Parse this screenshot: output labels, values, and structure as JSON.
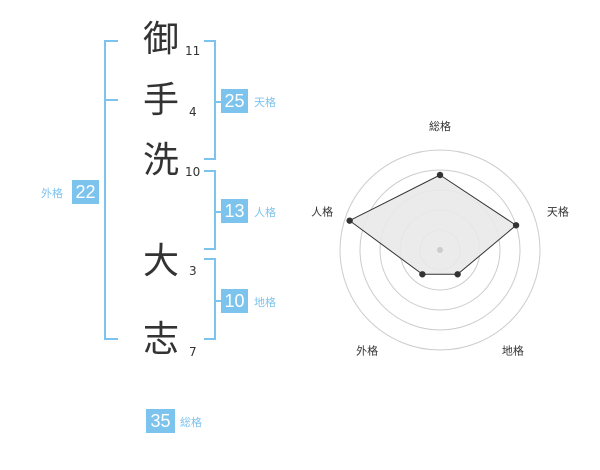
{
  "name": {
    "characters": [
      {
        "char": "御",
        "strokes": "11"
      },
      {
        "char": "手",
        "strokes": "4"
      },
      {
        "char": "洗",
        "strokes": "10"
      },
      {
        "char": "大",
        "strokes": "3"
      },
      {
        "char": "志",
        "strokes": "7"
      }
    ]
  },
  "scores": {
    "tenkaku": {
      "value": "25",
      "label": "天格"
    },
    "jinkaku": {
      "value": "13",
      "label": "人格"
    },
    "chikaku": {
      "value": "10",
      "label": "地格"
    },
    "gaikaku": {
      "value": "22",
      "label": "外格"
    },
    "soukaku": {
      "value": "35",
      "label": "総格"
    }
  },
  "chart_data": {
    "type": "radar",
    "axes": [
      "総格",
      "天格",
      "地格",
      "外格",
      "人格"
    ],
    "values": [
      0.75,
      0.8,
      0.3,
      0.3,
      0.95
    ],
    "colors": {
      "line": "#333333",
      "fill": "#e9e9e9",
      "grid": "#cccccc",
      "accent": "#7cc3ee"
    }
  }
}
